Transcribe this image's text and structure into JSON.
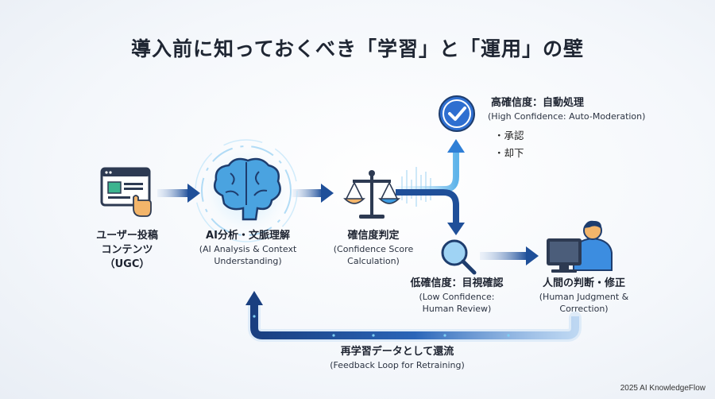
{
  "title": "導入前に知っておくべき「学習」と「運用」の壁",
  "nodes": {
    "ugc": {
      "jp1": "ユーザー投稿",
      "jp2": "コンテンツ",
      "jp3": "（UGC）",
      "icon": "browser-click-icon"
    },
    "ai": {
      "jp": "AI分析・文脈理解",
      "en1": "(AI Analysis & Context",
      "en2": "Understanding)",
      "icon": "brain-icon"
    },
    "score": {
      "jp": "確信度判定",
      "en1": "(Confidence Score",
      "en2": "Calculation)",
      "icon": "scale-icon"
    },
    "high": {
      "jp": "高確信度：自動処理",
      "en": "(High Confidence: Auto-Moderation)",
      "bullets": [
        "承認",
        "却下"
      ],
      "icon": "checkmark-icon"
    },
    "low": {
      "jp": "低確信度：目視確認",
      "en1": "(Low Confidence:",
      "en2": "Human Review)",
      "icon": "magnifier-icon"
    },
    "human": {
      "jp": "人間の判断・修正",
      "en1": "(Human Judgment &",
      "en2": "Correction)",
      "icon": "person-computer-icon"
    },
    "loop": {
      "jp": "再学習データとして還流",
      "en": "(Feedback Loop for Retraining)"
    }
  },
  "footer": "2025 AI KnowledgeFlow",
  "colors": {
    "arrow": "#1f4f99",
    "arrowLight": "#4a86d6",
    "accent": "#2f8de0",
    "glow": "#7fd0f5"
  }
}
